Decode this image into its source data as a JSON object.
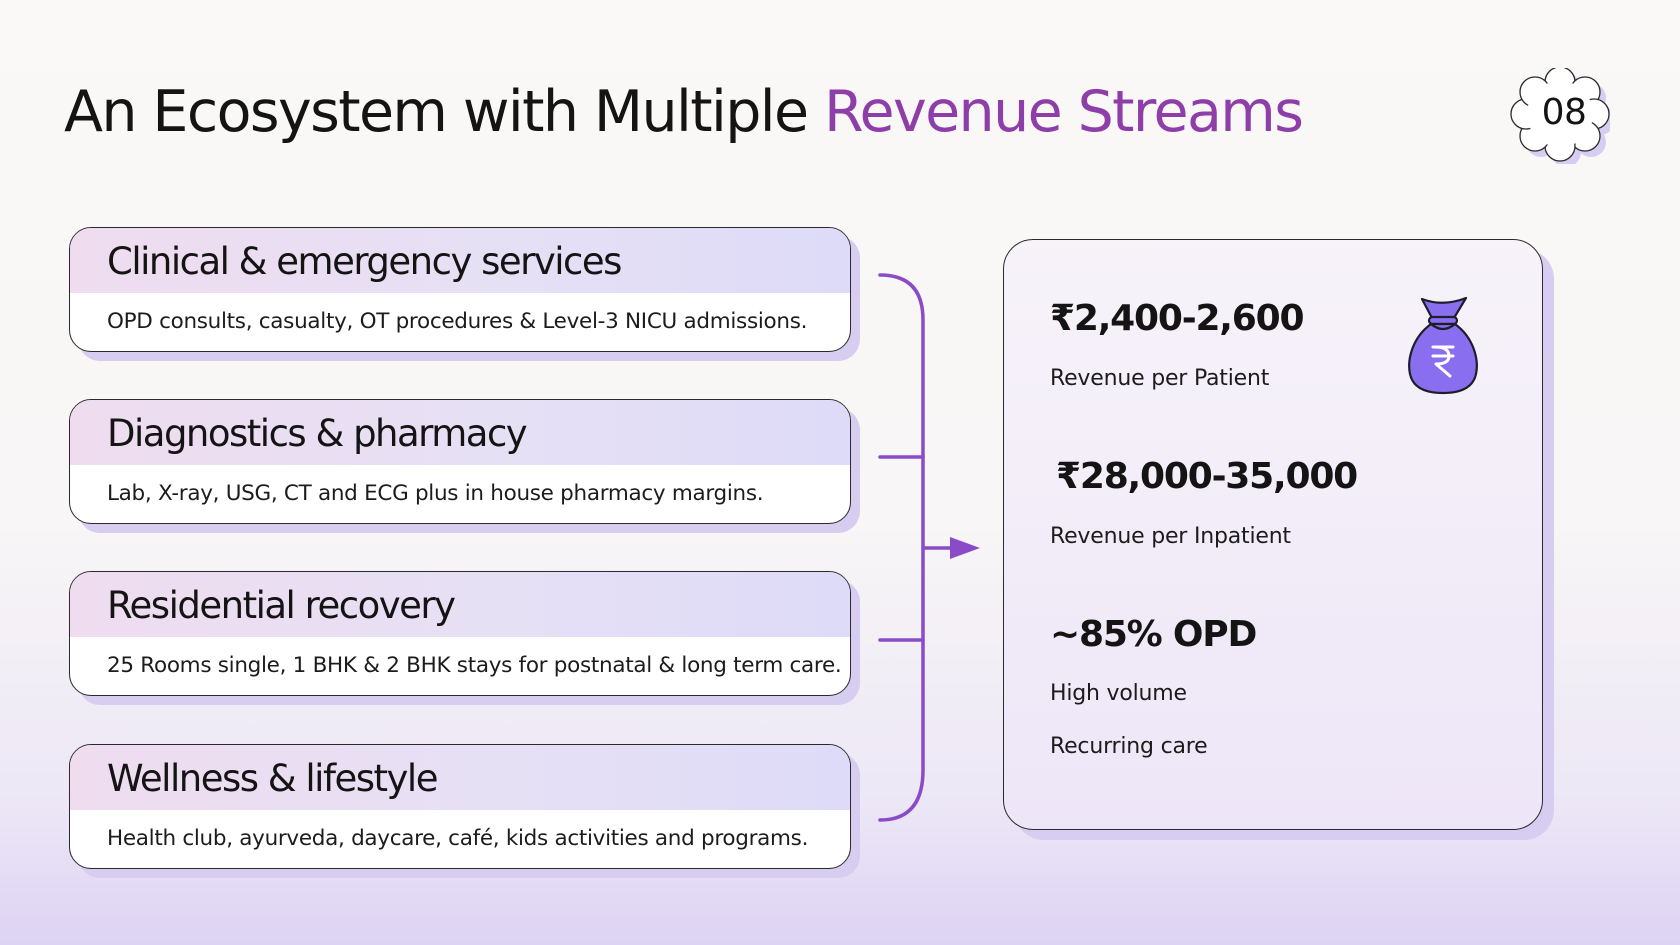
{
  "title": {
    "main": "An Ecosystem with Multiple",
    "accent": "Revenue Streams"
  },
  "page_number": "08",
  "streams": [
    {
      "title": "Clinical & emergency services",
      "description": "OPD consults, casualty, OT procedures & Level-3 NICU admissions."
    },
    {
      "title": "Diagnostics & pharmacy",
      "description": "Lab, X-ray, USG, CT and ECG plus in house pharmacy margins."
    },
    {
      "title": "Residential recovery",
      "description": "25 Rooms single, 1 BHK & 2 BHK stays for postnatal & long term care."
    },
    {
      "title": "Wellness & lifestyle",
      "description": "Health club, ayurveda, daycare, café, kids activities and programs."
    }
  ],
  "stats": {
    "patient_revenue": "₹2,400-2,600",
    "patient_label": "Revenue per Patient",
    "inpatient_revenue": "₹28,000-35,000",
    "inpatient_label": "Revenue per Inpatient",
    "opd_share": "~85% OPD",
    "opd_label_1": "High volume",
    "opd_label_2": "Recurring care",
    "icon": "money-bag-rupee-icon"
  },
  "colors": {
    "accent": "#8e3ea8",
    "connector": "#8a4bc9",
    "bag": "#8a6ef0",
    "card_shadow": "#d6cdf0"
  }
}
